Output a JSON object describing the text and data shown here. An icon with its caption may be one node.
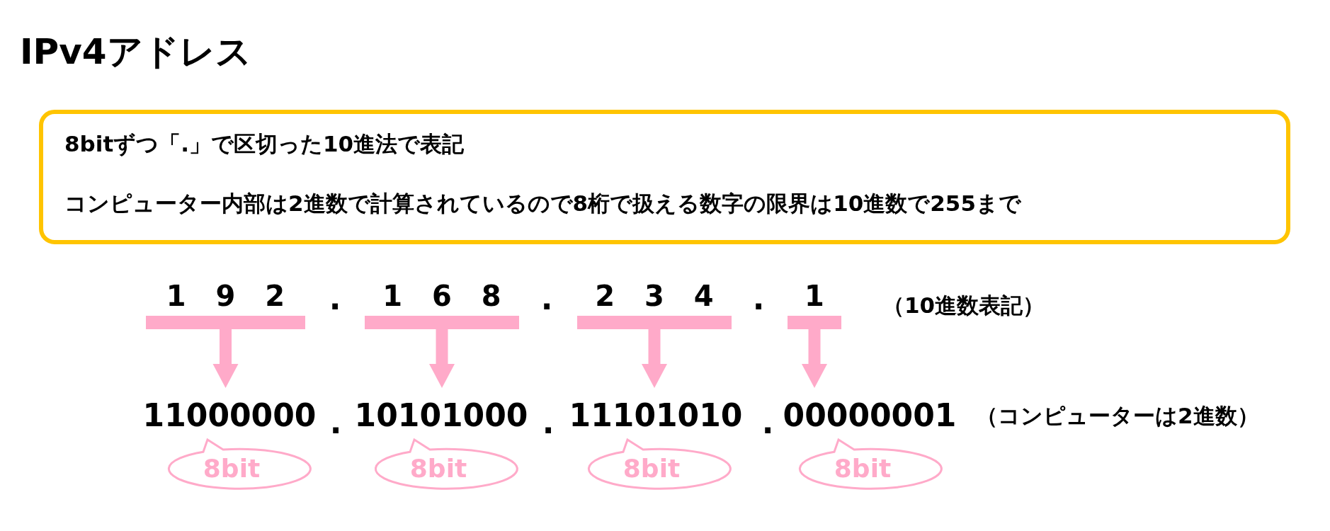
{
  "diagram": {
    "title": "IPv4アドレス",
    "nodes": [
      {
        "text": [
          "8bitずつ「.」で区切った10進法で表記",
          "コンピューター内部は2進数で計算されているので8桁で扱える数字の限界は10進数で255まで"
        ]
      },
      {
        "text": [
          "1 9 2"
        ]
      },
      {
        "text": [
          "1 6 8"
        ]
      },
      {
        "text": [
          "2 3 4"
        ]
      },
      {
        "text": [
          "1"
        ]
      },
      {
        "text": [
          "11000000"
        ]
      },
      {
        "text": [
          "10101000"
        ]
      },
      {
        "text": [
          "11101010"
        ]
      },
      {
        "text": [
          "00000001"
        ]
      },
      {
        "text": [
          "8bit"
        ]
      },
      {
        "text": [
          "8bit"
        ]
      },
      {
        "text": [
          "8bit"
        ]
      },
      {
        "text": [
          "8bit"
        ]
      }
    ],
    "edges": [
      {
        "from": 1,
        "to": 5,
        "arrow": "to"
      },
      {
        "from": 2,
        "to": 6,
        "arrow": "to"
      },
      {
        "from": 3,
        "to": 7,
        "arrow": "to"
      },
      {
        "from": 4,
        "to": 8,
        "arrow": "to"
      }
    ],
    "labels": [
      ".",
      ".",
      ".",
      "（10進数表記）",
      ".",
      ".",
      ".",
      "（コンピューターは2進数）"
    ]
  }
}
